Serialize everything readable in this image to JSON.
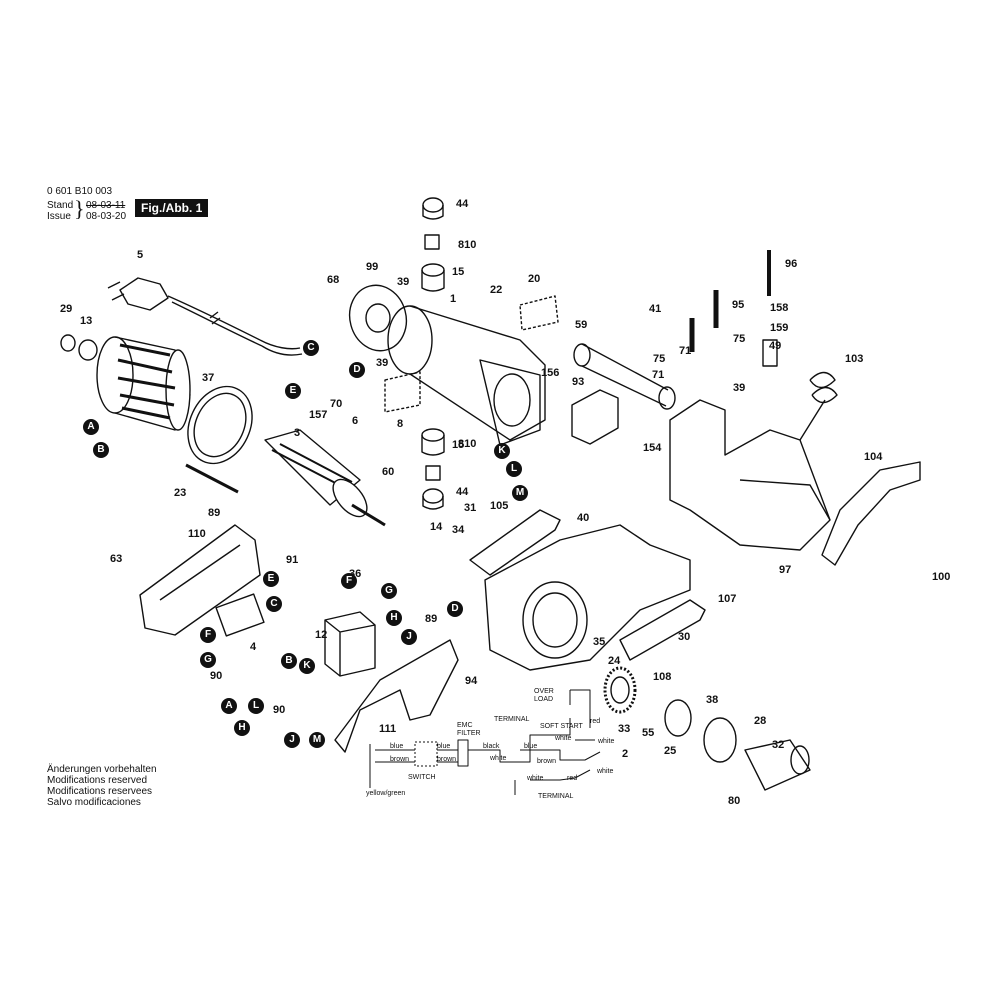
{
  "header": {
    "part_number": "0 601 B10 003",
    "stand_label": "Stand",
    "stand_date": "08-03-11",
    "issue_label": "Issue",
    "issue_date": "08-03-20",
    "figure_label": "Fig./Abb. 1"
  },
  "notes": [
    "Änderungen vorbehalten",
    "Modifications reserved",
    "Modifications reservees",
    "Salvo modificaciones"
  ],
  "callouts": [
    "1",
    "2",
    "3",
    "4",
    "5",
    "6",
    "8",
    "12",
    "13",
    "14",
    "15",
    "15",
    "20",
    "22",
    "23",
    "24",
    "25",
    "28",
    "29",
    "30",
    "31",
    "32",
    "33",
    "34",
    "35",
    "36",
    "37",
    "38",
    "39",
    "39",
    "39",
    "40",
    "41",
    "44",
    "44",
    "49",
    "55",
    "59",
    "60",
    "63",
    "68",
    "70",
    "71",
    "71",
    "75",
    "75",
    "80",
    "89",
    "89",
    "90",
    "90",
    "91",
    "93",
    "94",
    "95",
    "96",
    "97",
    "99",
    "100",
    "103",
    "104",
    "105",
    "107",
    "108",
    "110",
    "111",
    "154",
    "156",
    "157",
    "158",
    "159",
    "810",
    "810"
  ],
  "letter_markers": [
    "A",
    "A",
    "B",
    "B",
    "C",
    "C",
    "D",
    "D",
    "E",
    "E",
    "F",
    "F",
    "G",
    "G",
    "H",
    "H",
    "J",
    "J",
    "K",
    "K",
    "L",
    "L",
    "M",
    "M"
  ],
  "wiring": {
    "labels": {
      "blue1": "blue",
      "brown1": "brown",
      "blue2": "blue",
      "brown2": "brown",
      "black": "black",
      "white1": "white",
      "blue3": "blue",
      "brown3": "brown",
      "white2": "white",
      "white3": "white",
      "white4": "white",
      "white5": "white",
      "red1": "red",
      "red2": "red",
      "yellow_green": "yellow/green"
    },
    "emc_filter": "EMC\nFILTER",
    "terminal": "TERMINAL",
    "overload": "OVER\nLOAD",
    "soft_start": "SOFT START",
    "switch": "SWITCH"
  }
}
